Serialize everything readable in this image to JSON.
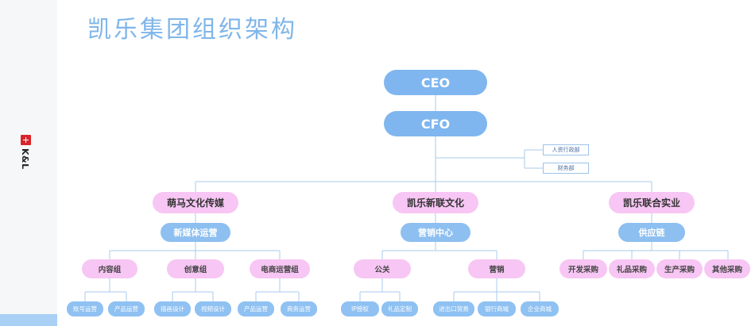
{
  "title": "凯乐集团组织架构",
  "brand": {
    "logo_text": "K&L"
  },
  "colors": {
    "title": "#7fb6ea",
    "blue_node": "#7fb6ef",
    "pink_node": "#f7c6f4",
    "line": "#a8cbec"
  },
  "org": {
    "ceo": "CEO",
    "cfo": "CFO",
    "admin": [
      "人资行政部",
      "财务部"
    ],
    "companies": [
      {
        "name": "萌马文化传媒",
        "center": "新媒体运营",
        "groups": [
          {
            "name": "内容组",
            "teams": [
              "账号运营",
              "产品运营"
            ]
          },
          {
            "name": "创意组",
            "teams": [
              "插画设计",
              "视频设计"
            ]
          },
          {
            "name": "电商运营组",
            "teams": [
              "产品运营",
              "商务运营"
            ]
          }
        ]
      },
      {
        "name": "凯乐新联文化",
        "center": "营销中心",
        "groups": [
          {
            "name": "公关",
            "teams": [
              "IP授权",
              "礼品定制"
            ]
          },
          {
            "name": "营销",
            "teams": [
              "进出口贸易",
              "银行商城",
              "企业商城"
            ]
          }
        ]
      },
      {
        "name": "凯乐联合实业",
        "center": "供应链",
        "groups": [
          {
            "name": "开发采购",
            "teams": []
          },
          {
            "name": "礼品采购",
            "teams": []
          },
          {
            "name": "生产采购",
            "teams": []
          },
          {
            "name": "其他采购",
            "teams": []
          }
        ]
      }
    ]
  }
}
